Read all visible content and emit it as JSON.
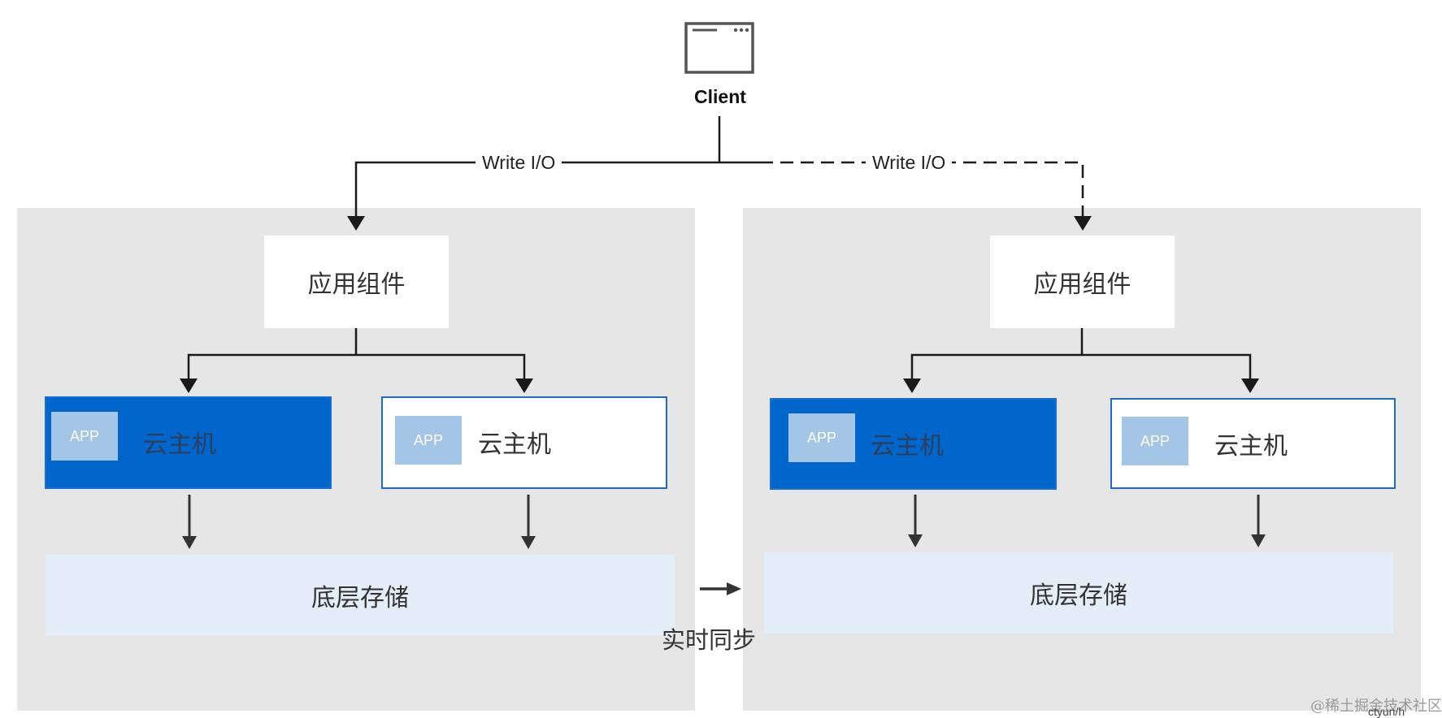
{
  "client": {
    "icon": "browser-window-icon",
    "label": "Client"
  },
  "edges": {
    "primary_write_label": "Write I/O",
    "secondary_write_label": "Write I/O",
    "sync_label": "实时同步"
  },
  "sites": [
    {
      "name": "primary-site",
      "component_label": "应用组件",
      "vms": [
        {
          "tag": "APP",
          "label": "云主机",
          "style": "primary"
        },
        {
          "tag": "APP",
          "label": "云主机",
          "style": "secondary"
        }
      ],
      "storage_label": "底层存储"
    },
    {
      "name": "secondary-site",
      "component_label": "应用组件",
      "vms": [
        {
          "tag": "APP",
          "label": "云主机",
          "style": "primary"
        },
        {
          "tag": "APP",
          "label": "云主机",
          "style": "secondary"
        }
      ],
      "storage_label": "底层存储"
    }
  ],
  "colors": {
    "panel": "#e6e6e6",
    "vm_primary": "#0066cc",
    "vm_border": "#1f6bbf",
    "app_tag": "#a3c5e6",
    "storage": "#e3eef9",
    "line": "#1a1a1a"
  },
  "watermark": {
    "text": "@稀土掘金技术社区",
    "sub": "ctyun/h"
  }
}
